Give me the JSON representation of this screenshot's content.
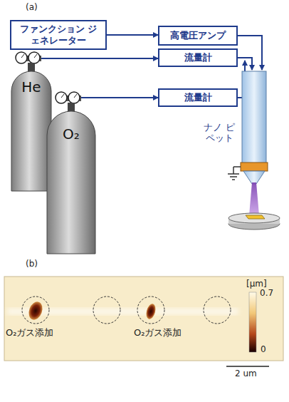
{
  "diagram": {
    "nodes": [
      {
        "text": [
          "ファンクション ジェネレーター"
        ]
      },
      {
        "text": [
          "高電圧アンプ"
        ]
      },
      {
        "text": [
          "He"
        ]
      },
      {
        "text": [
          "流量計"
        ]
      },
      {
        "text": [
          "O₂"
        ]
      },
      {
        "text": [
          "流量計"
        ]
      }
    ],
    "edges": [
      {
        "from": 0,
        "to": 1,
        "arrow": "to"
      },
      {
        "from": 2,
        "to": 3,
        "arrow": "to"
      },
      {
        "from": 4,
        "to": 5,
        "arrow": "to"
      }
    ],
    "labels": [
      "(a)",
      "ナノ ピペット",
      "(b)",
      "[μm]",
      "0.7",
      "0",
      "O₂ガス添加",
      "O₂ガス添加",
      "2 um"
    ]
  }
}
